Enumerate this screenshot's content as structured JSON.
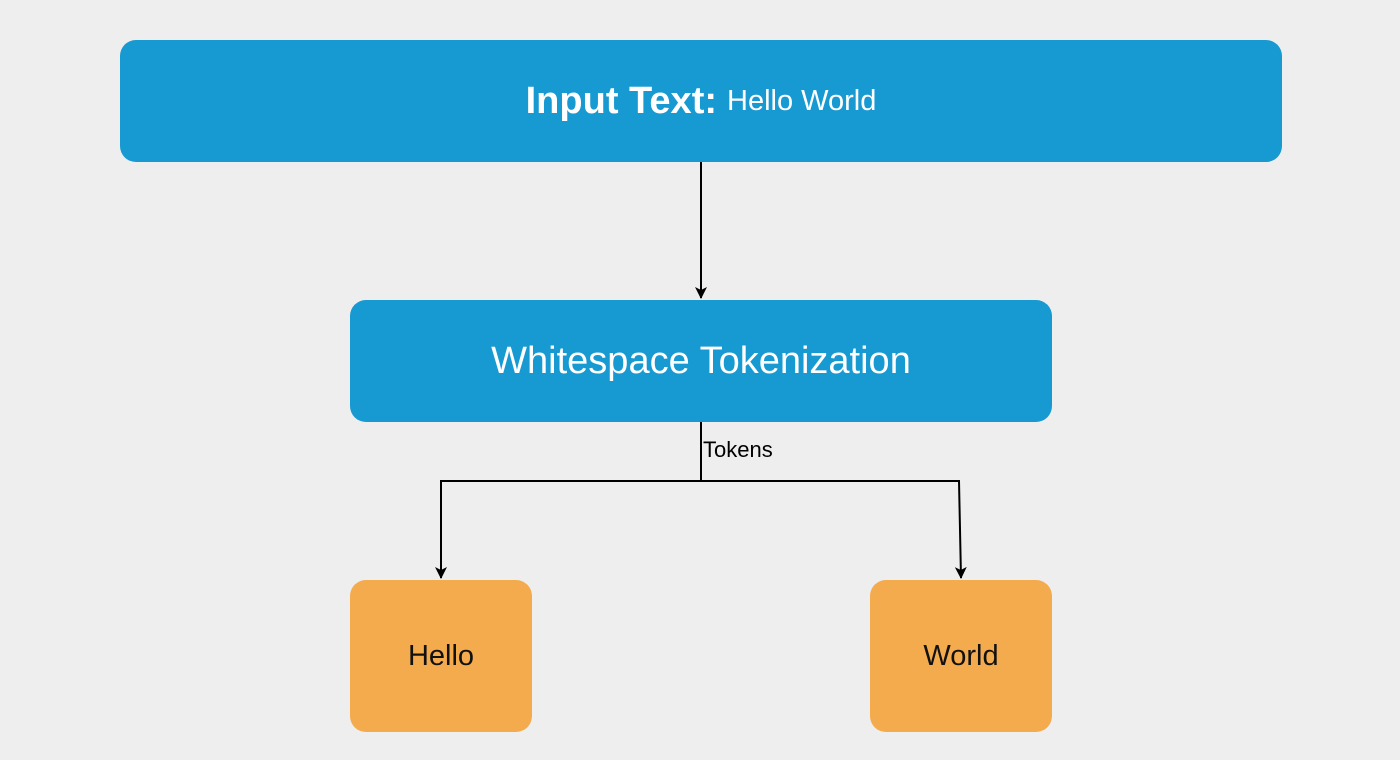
{
  "colors": {
    "background": "#eeeeee",
    "process_node": "#1799d2",
    "token_node": "#f4ab4e",
    "edge": "#000000"
  },
  "input_node": {
    "label": "Input Text:",
    "value": "Hello World"
  },
  "process_node": {
    "label": "Whitespace Tokenization"
  },
  "edge_label": "Tokens",
  "tokens": [
    {
      "label": "Hello"
    },
    {
      "label": "World"
    }
  ]
}
